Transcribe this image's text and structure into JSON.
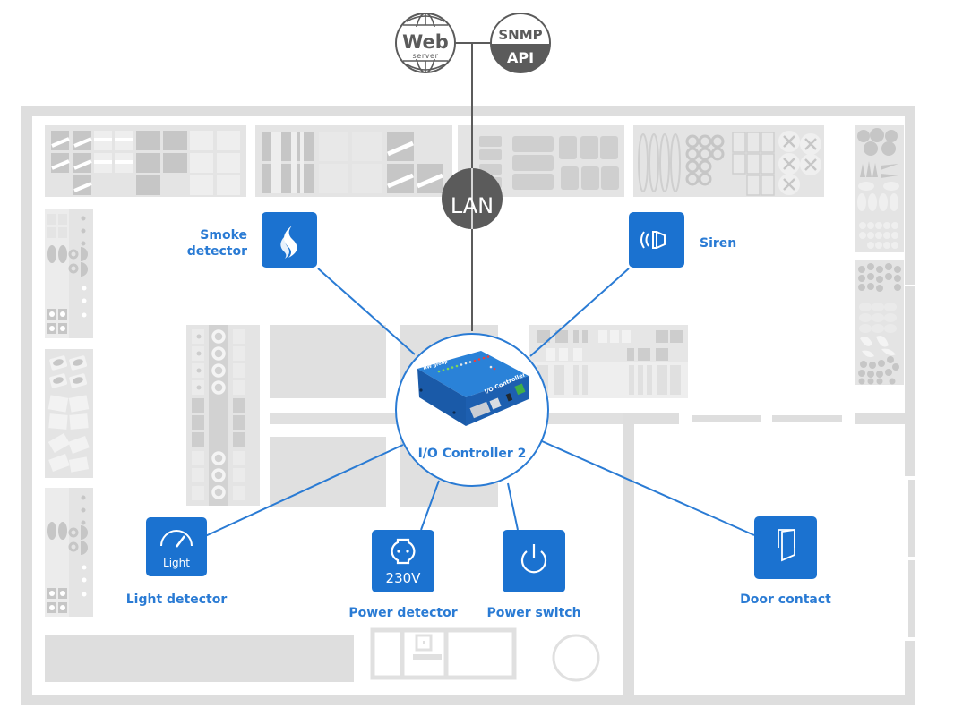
{
  "title": "I/O Controller 2 connection diagram",
  "colors": {
    "accent": "#1b72d0",
    "label": "#2a7bd4",
    "network": "#5b5b5b",
    "floorplan": "#dedede"
  },
  "network": {
    "web_server": {
      "main": "Web",
      "sub": "server",
      "icon": "globe-icon"
    },
    "snmp_api": {
      "top": "SNMP",
      "bottom": "API"
    },
    "lan": {
      "label": "LAN"
    }
  },
  "center": {
    "device_label": "I/O Controller 2",
    "device_print": "I/O Controller 2",
    "brand_print": "HW group"
  },
  "sensors": [
    {
      "id": "smoke",
      "label_line1": "Smoke",
      "label_line2": "detector",
      "icon": "flame-icon"
    },
    {
      "id": "siren",
      "label": "Siren",
      "icon": "speaker-icon"
    },
    {
      "id": "light",
      "label": "Light detector",
      "icon": "gauge-icon",
      "tile_text": "Light"
    },
    {
      "id": "power-detector",
      "label": "Power detector",
      "icon": "socket-icon",
      "tile_text": "230V"
    },
    {
      "id": "power-switch",
      "label": "Power switch",
      "icon": "power-icon"
    },
    {
      "id": "door",
      "label": "Door contact",
      "icon": "door-icon"
    }
  ]
}
